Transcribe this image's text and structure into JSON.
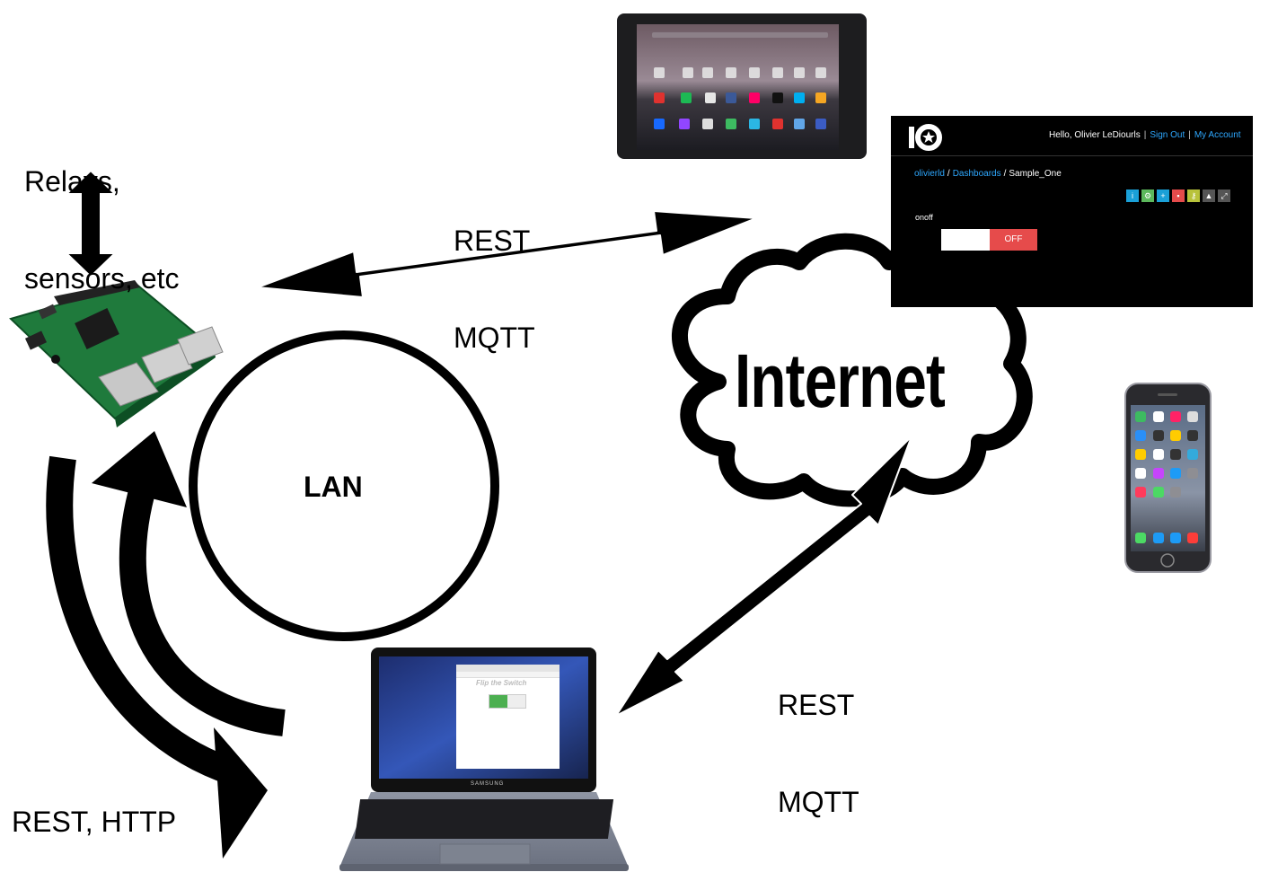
{
  "labels": {
    "relays": [
      "Relays,",
      "sensors, etc"
    ],
    "rest_mqtt_top": [
      "REST",
      "MQTT"
    ],
    "rest_mqtt_bottom": [
      "REST",
      "MQTT"
    ],
    "rest_http": "REST, HTTP",
    "lan": "LAN",
    "internet": "Internet"
  },
  "dashboard": {
    "greeting": "Hello, Olivier LeDiourls",
    "sign_out": "Sign Out",
    "my_account": "My Account",
    "breadcrumb": [
      "olivierld",
      "Dashboards",
      "Sample_One"
    ],
    "widget_label": "onoff",
    "switch_state": "OFF",
    "tool_icons": [
      "info-icon",
      "gear-icon",
      "plus-icon",
      "trash-icon",
      "key-icon",
      "lock-icon",
      "expand-icon"
    ],
    "tool_colors": [
      "#1aa0d8",
      "#5cb85c",
      "#1aa0d8",
      "#e64b4b",
      "#b8c23a",
      "#555555",
      "#555555"
    ]
  },
  "laptop": {
    "screen_title": "Flip the Switch",
    "brand": "SAMSUNG"
  }
}
